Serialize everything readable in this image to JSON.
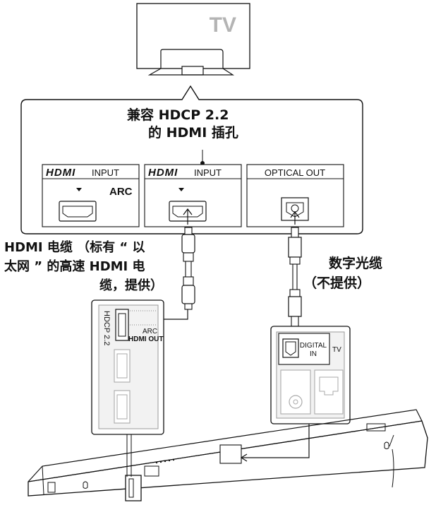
{
  "tv": {
    "label": "TV"
  },
  "callout": {
    "line1": "兼容 HDCP 2.2",
    "line2": "的 HDMI 插孔"
  },
  "ports": {
    "hdmi_arc": {
      "logo": "HDMI",
      "label": "INPUT",
      "badge": "ARC"
    },
    "hdmi_input": {
      "logo": "HDMI",
      "label": "INPUT"
    },
    "optical": {
      "label": "OPTICAL OUT"
    }
  },
  "cables": {
    "hdmi": {
      "line1": "HDMI 电缆 （标有 “ 以",
      "line2": "太网 ” 的高速 HDMI 电",
      "line3": "缆，提供）"
    },
    "optical": {
      "line1": "数字光缆",
      "line2": "（不提供）"
    }
  },
  "soundbar_panel": {
    "hdcp": "HDCP 2.2",
    "arc": "ARC",
    "hdmi_out": "HDMI OUT",
    "digital_in_line1": "DIGITAL",
    "digital_in_line2": "IN",
    "tv": "TV"
  }
}
